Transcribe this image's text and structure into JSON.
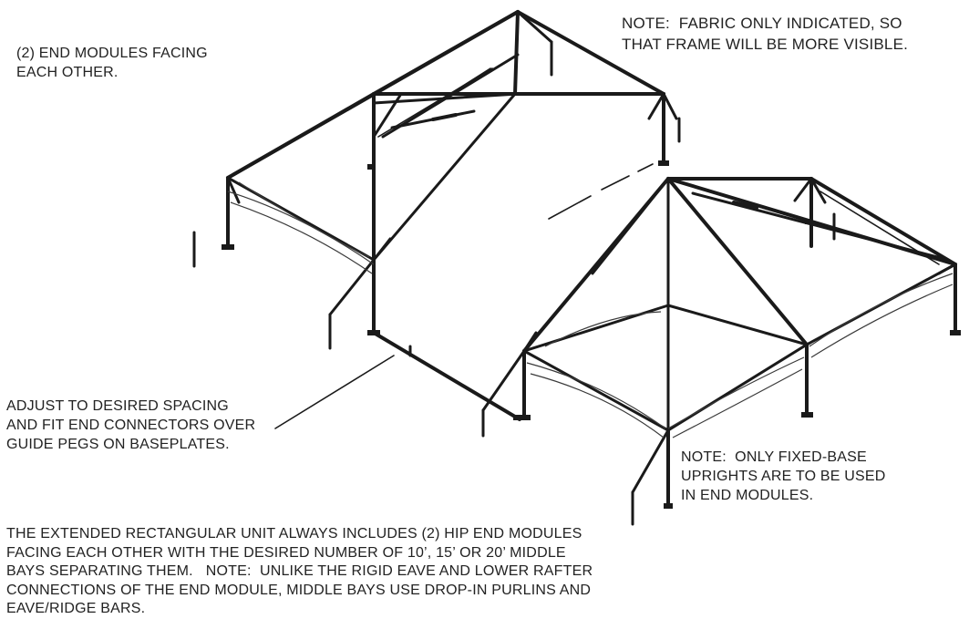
{
  "notes": {
    "end_modules": "(2) END MODULES FACING\nEACH OTHER.",
    "fabric": "NOTE:  FABRIC ONLY INDICATED, SO\nTHAT FRAME WILL BE MORE VISIBLE.",
    "adjust": "ADJUST TO DESIRED SPACING\nAND FIT END CONNECTORS OVER\nGUIDE PEGS ON BASEPLATES.",
    "fixed_base": "NOTE:  ONLY FIXED-BASE\nUPRIGHTS ARE TO BE USED\nIN END MODULES.",
    "extended": "THE EXTENDED RECTANGULAR UNIT ALWAYS INCLUDES (2) HIP END MODULES\nFACING EACH OTHER WITH THE DESIRED NUMBER OF 10’, 15’ OR 20’ MIDDLE\nBAYS SEPARATING THEM.   NOTE:  UNLIKE THE RIGID EAVE AND LOWER RAFTER\nCONNECTIONS OF THE END MODULE, MIDDLE BAYS USE DROP-IN PURLINS AND\nEAVE/RIDGE BARS."
  }
}
